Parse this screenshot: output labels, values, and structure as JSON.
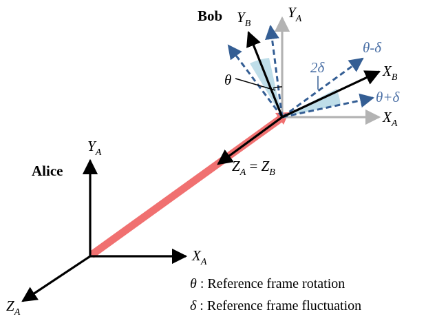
{
  "labels": {
    "bob": "Bob",
    "alice": "Alice",
    "axis_x": "X",
    "axis_y": "Y",
    "axis_z": "Z",
    "sub_a": "A",
    "sub_b": "B",
    "equals": " = ",
    "theta": "θ",
    "delta": "δ",
    "two_delta": "2δ",
    "theta_minus_delta": "θ-δ",
    "theta_plus_delta": "θ+δ"
  },
  "legend": {
    "theta_symbol": "θ",
    "theta_text": " : Reference frame rotation",
    "delta_symbol": "δ",
    "delta_text": " : Reference frame fluctuation"
  },
  "colors": {
    "link": "#f07070",
    "frame_a_gray": "#b3b3b3",
    "dashed_blue": "#345e94",
    "wedge_fill": "#a9d3e2",
    "axes_black": "#000000"
  }
}
